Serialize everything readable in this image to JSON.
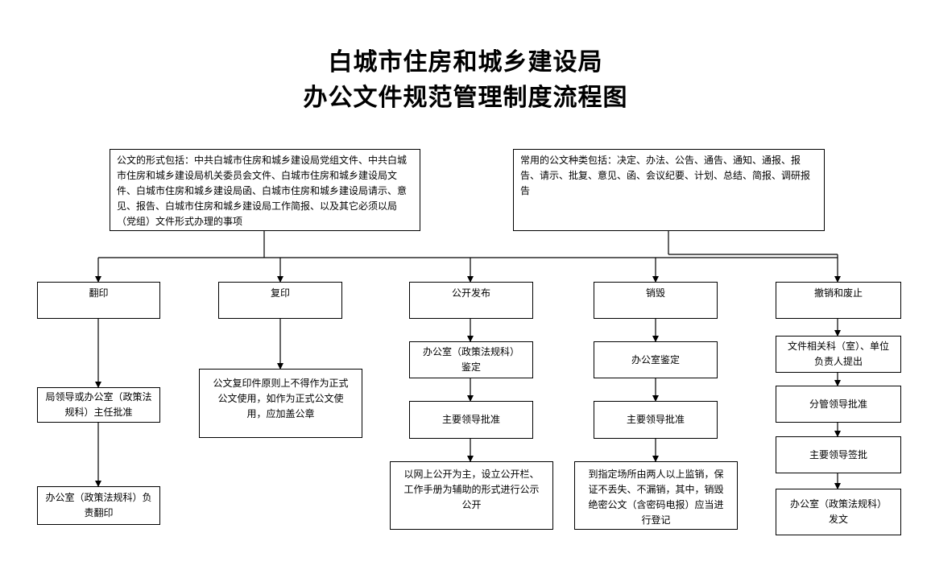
{
  "title_line1": "白城市住房和城乡建设局",
  "title_line2": "办公文件规范管理制度流程图",
  "forms_box": "公文的形式包括：中共白城市住房和城乡建设局党组文件、中共白城市住房和城乡建设局机关委员会文件、白城市住房和城乡建设局文件、白城市住房和城乡建设局函、白城市住房和城乡建设局请示、意见、报告、白城市住房和城乡建设局工作简报、以及其它必须以局（党组）文件形式办理的事项",
  "types_box": "常用的公文种类包括：决定、办法、公告、通告、通知、通报、报告、请示、批复、意见、函、会议纪要、计划、总结、简报、调研报告",
  "col1": {
    "head": "翻印",
    "step1": "局领导或办公室（政策法规科）主任批准",
    "step2": "办公室（政策法规科）负责翻印"
  },
  "col2": {
    "head": "复印",
    "step1": "公文复印件原则上不得作为正式公文使用，如作为正式公文使用，应加盖公章"
  },
  "col3": {
    "head": "公开发布",
    "step1": "办公室（政策法规科）鉴定",
    "step2": "主要领导批准",
    "step3": "以网上公开为主，设立公开栏、工作手册为辅助的形式进行公示公开"
  },
  "col4": {
    "head": "销毁",
    "step1": "办公室鉴定",
    "step2": "主要领导批准",
    "step3": "到指定场所由两人以上监销，保证不丢失、不漏销，其中，销毁绝密公文（含密码电报）应当进行登记"
  },
  "col5": {
    "head": "撤销和废止",
    "step1": "文件相关科（室）、单位负责人提出",
    "step2": "分管领导批准",
    "step3": "主要领导签批",
    "step4": "办公室（政策法规科）发文"
  }
}
